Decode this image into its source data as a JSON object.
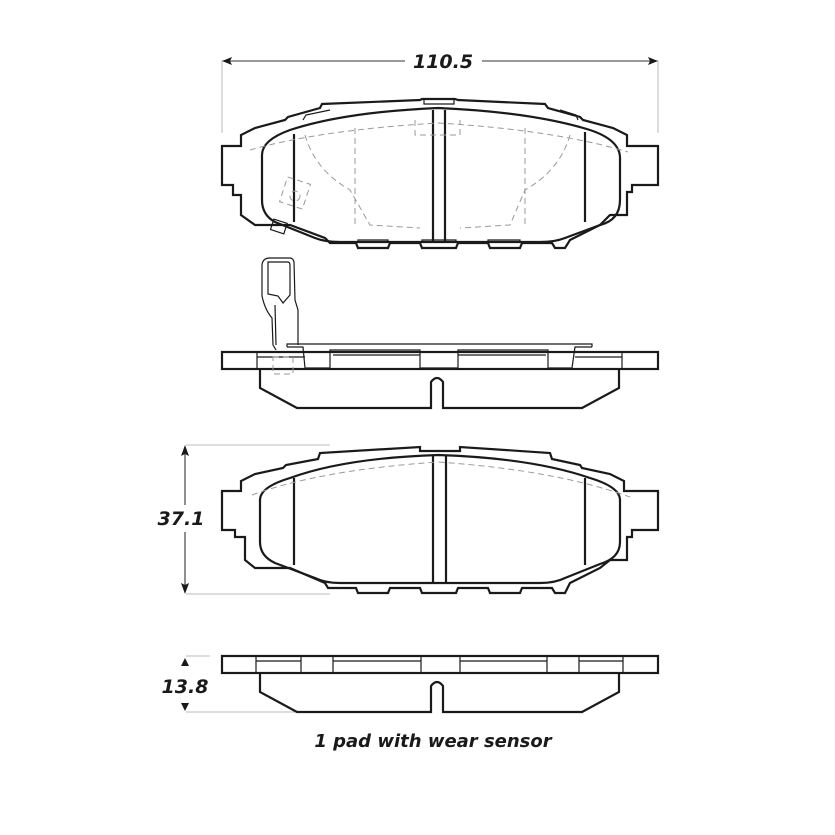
{
  "diagram": {
    "subject": "brake pad technical drawing",
    "views": [
      {
        "name": "top-face-view-with-sensor-outline"
      },
      {
        "name": "edge-view-with-wear-sensor"
      },
      {
        "name": "face-view"
      },
      {
        "name": "edge-view"
      }
    ],
    "dimensions": {
      "width": "110.5",
      "height": "37.1",
      "thickness": "13.8"
    },
    "caption": "1 pad with wear sensor",
    "colors": {
      "line": "#1a1a1a",
      "hidden_line": "#9a9a9a",
      "background": "#ffffff"
    }
  }
}
